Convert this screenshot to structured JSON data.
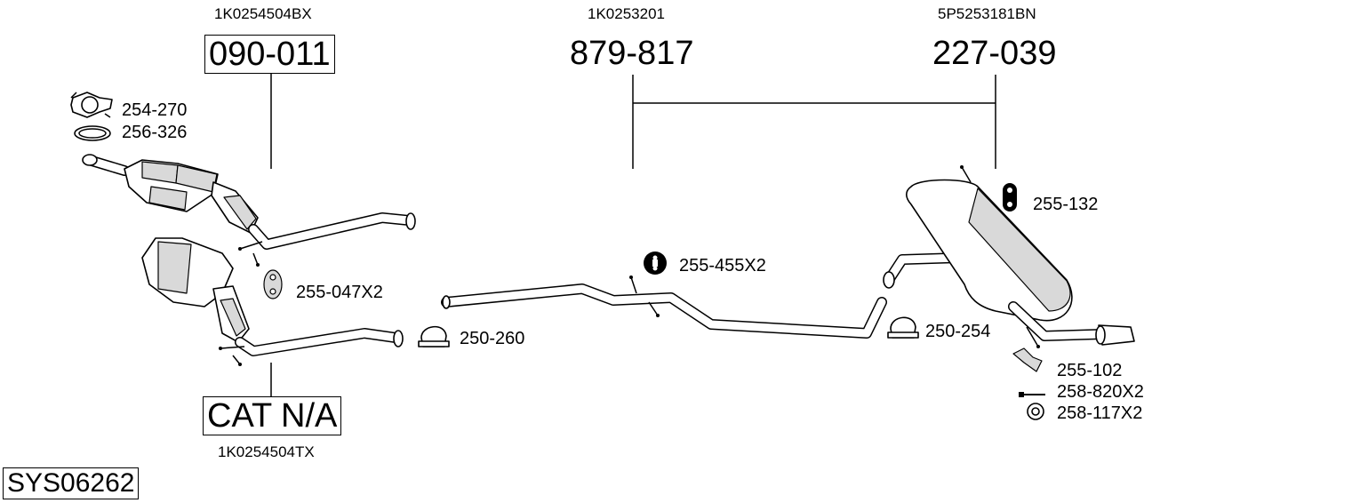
{
  "system_id": "SYS06262",
  "oe_numbers": {
    "front_top": "1K0254504BX",
    "front_bottom": "1K0254504TX",
    "middle": "1K0253201",
    "rear": "5P5253181BN"
  },
  "main_parts": {
    "front_top": "090-011",
    "front_bottom": "CAT N/A",
    "middle": "879-817",
    "rear": "227-039"
  },
  "accessories": {
    "flange_gasket": "254-270",
    "ring_gasket": "256-326",
    "rubber_mount_front": "255-047X2",
    "clamp_front": "250-260",
    "rubber_mount_middle": "255-455X2",
    "clamp_rear": "250-254",
    "rubber_mount_rear": "255-132",
    "bracket": "255-102",
    "bolt": "258-820X2",
    "washer": "258-117X2"
  }
}
